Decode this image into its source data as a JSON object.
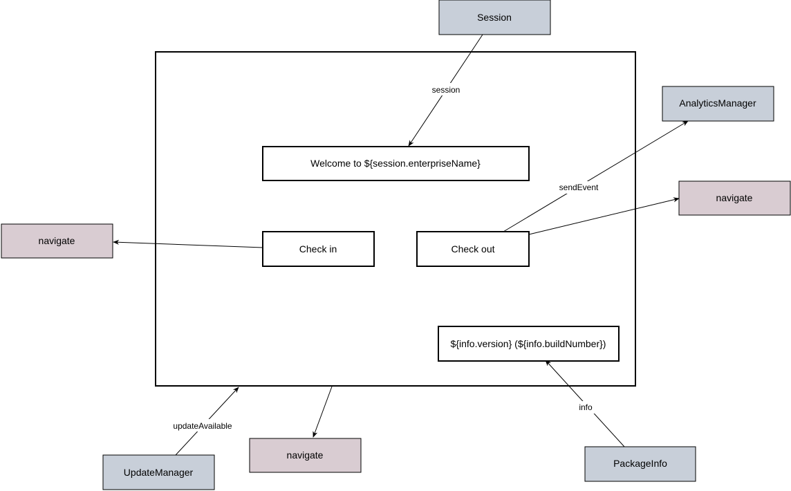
{
  "colors": {
    "service_fill": "#c8cfd9",
    "navigate_fill": "#d9ccd2",
    "screen_fill": "#ffffff",
    "stroke": "#000000"
  },
  "screen": {
    "welcome_text": "Welcome to ${session.enterpriseName}",
    "check_in_label": "Check in",
    "check_out_label": "Check out",
    "version_text": "${info.version} (${info.buildNumber})"
  },
  "services": {
    "session": "Session",
    "analytics_manager": "AnalyticsManager",
    "update_manager": "UpdateManager",
    "package_info": "PackageInfo"
  },
  "navigates": {
    "left": "navigate",
    "right": "navigate",
    "bottom": "navigate"
  },
  "edges": {
    "session": "session",
    "send_event": "sendEvent",
    "update_available": "updateAvailable",
    "info": "info"
  }
}
